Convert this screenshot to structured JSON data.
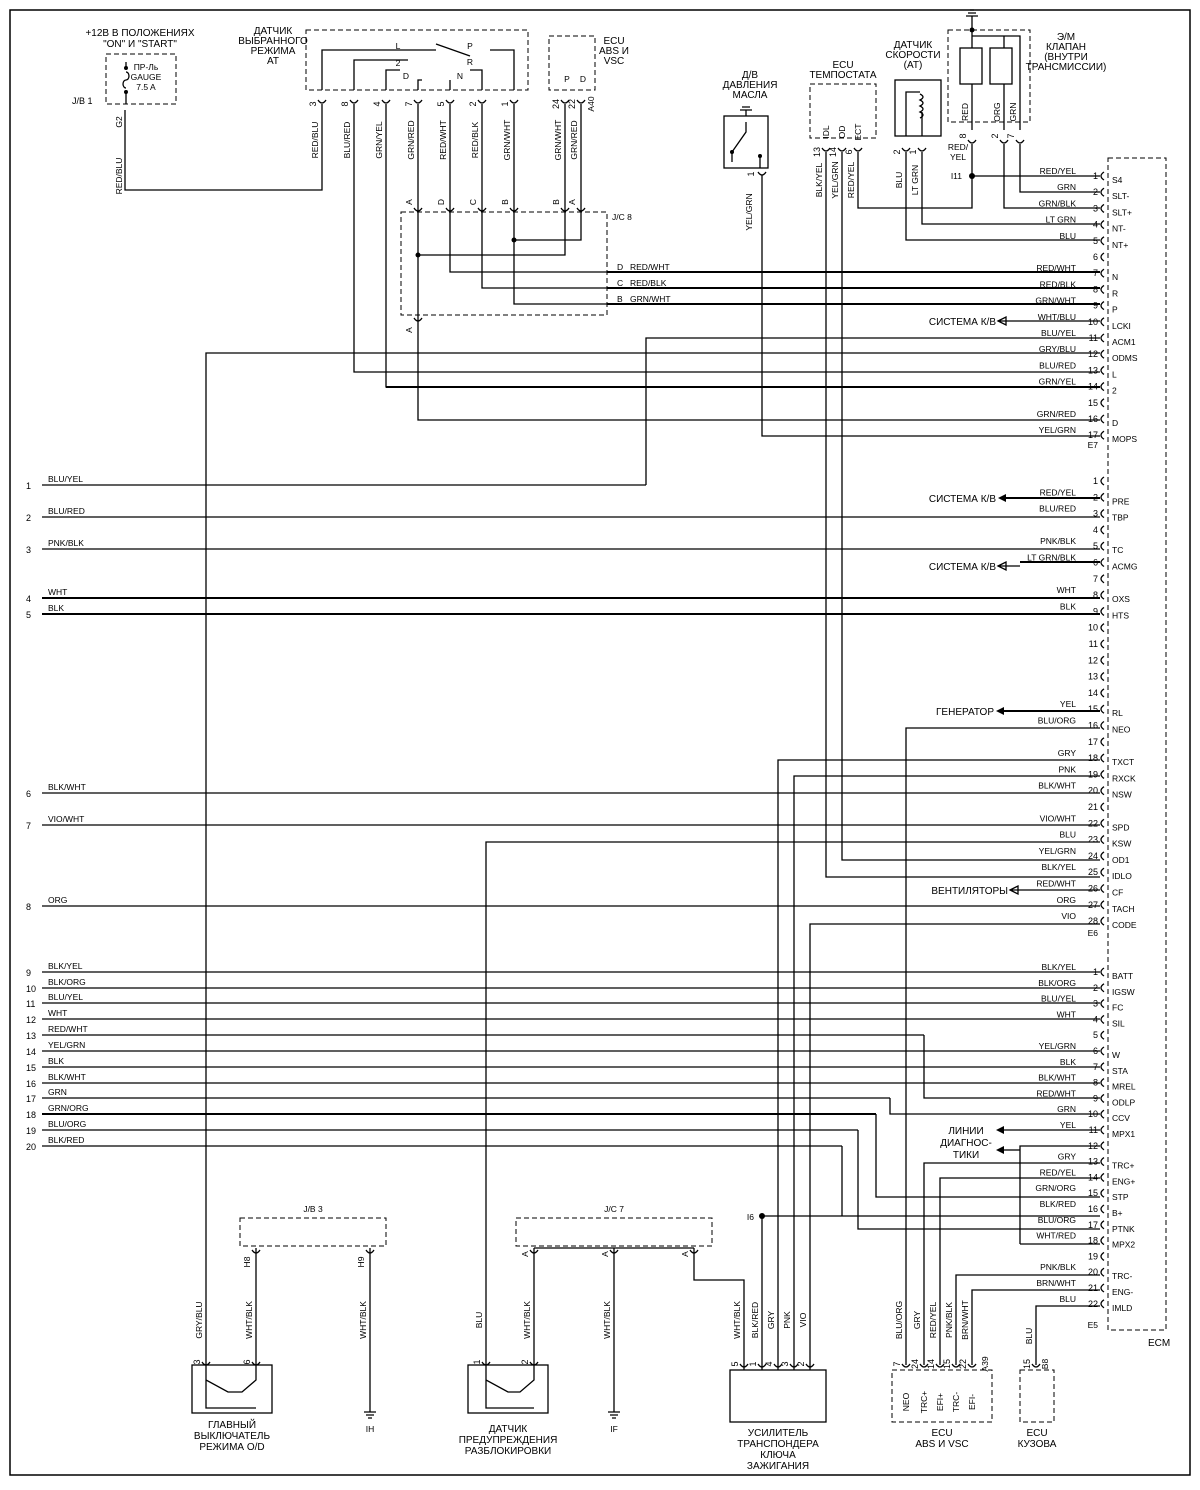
{
  "components": {
    "power": {
      "title_lines": [
        "+12В В ПОЛОЖЕНИЯХ",
        "\"ON\" И \"START\""
      ],
      "fuse_lines": [
        "ПР-Ль",
        "GAUGE",
        "7.5 A"
      ],
      "jb": "J/B 1",
      "pin": "G2",
      "wire": "RED/BLU"
    },
    "selector_sensor": {
      "lines": [
        "ДАТЧИК",
        "ВЫБРАННОГО",
        "РЕЖИМА",
        "AT"
      ]
    },
    "abs_ecu_top": {
      "lines": [
        "ECU",
        "ABS И",
        "VSC"
      ],
      "pins": [
        "P",
        "D"
      ],
      "pin_nums": [
        "24",
        "22"
      ],
      "connector": "A40"
    },
    "oil_pressure": {
      "lines": [
        "Д/В",
        "ДАВЛЕНИЯ",
        "МАСЛА"
      ],
      "pin": "1",
      "wire": "YEL/GRN"
    },
    "cruise_ecu": {
      "lines": [
        "ECU",
        "ТЕМПОСТАТА"
      ],
      "pins": [
        "IDL",
        "OD",
        "ECT"
      ],
      "pin_nums": [
        "13",
        "14",
        "6"
      ],
      "wires": [
        "BLK/YEL",
        "YEL/GRN",
        "RED/YEL"
      ]
    },
    "speed_sensor": {
      "lines": [
        "ДАТЧИК",
        "СКОРОСТИ",
        "(AT)"
      ],
      "pin_nums": [
        "2",
        "1"
      ],
      "wires": [
        "BLU",
        "LT GRN"
      ]
    },
    "solenoid": {
      "lines": [
        "Э/М",
        "КЛАПАН",
        "(ВНУТРИ",
        "ТРАНСМИССИИ)"
      ],
      "wires_v": [
        "RED",
        "ORG",
        "GRN"
      ],
      "pin_nums": [
        "8",
        "2",
        "7"
      ],
      "wire_side": [
        "RED/",
        "YEL"
      ],
      "junction": "I11"
    },
    "jc8": {
      "name": "J/C 8",
      "pins": [
        "A",
        "D",
        "C",
        "B",
        "B",
        "A"
      ],
      "right_pins": [
        "D",
        "C",
        "B"
      ],
      "bottom_pin": "A"
    },
    "od_switch": {
      "lines": [
        "ГЛАВНЫЙ",
        "ВЫКЛЮЧАТЕЛЬ",
        "РЕЖИМА O/D"
      ],
      "pins": [
        "3",
        "6"
      ],
      "wires": [
        "GRY/BLU",
        "WHT/BLK"
      ]
    },
    "jb3": {
      "name": "J/B 3",
      "pins": [
        "H8",
        "H9"
      ],
      "wire": "WHT/BLK",
      "ground": "IH"
    },
    "unlock_sensor": {
      "lines": [
        "ДАТЧИК",
        "ПРЕДУПРЕЖДЕНИЯ",
        "РАЗБЛОКИРОВКИ"
      ],
      "pins": [
        "1",
        "2"
      ],
      "wires": [
        "BLU",
        "WHT/BLK"
      ]
    },
    "jc7": {
      "name": "J/C 7",
      "pins": [
        "A",
        "A",
        "A"
      ],
      "wire": "WHT/BLK",
      "ground": "IF"
    },
    "transponder": {
      "lines": [
        "УСИЛИТЕЛЬ",
        "ТРАНСПОНДЕРА",
        "КЛЮЧА",
        "ЗАЖИГАНИЯ"
      ],
      "pins": [
        "5",
        "1",
        "4",
        "3",
        "2"
      ],
      "wires": [
        "WHT/BLK",
        "BLK/RED",
        "GRY",
        "PNK",
        "VIO"
      ],
      "junction": "I6"
    },
    "abs_ecu_bottom": {
      "lines": [
        "ECU",
        "ABS И VSC"
      ],
      "pins": [
        "NEO",
        "TRC+",
        "EFI+",
        "TRC-",
        "EFI-"
      ],
      "pin_nums": [
        "7",
        "24",
        "14",
        "15",
        "22"
      ],
      "wires": [
        "BLU/ORG",
        "GRY",
        "RED/YEL",
        "PNK/BLK",
        "BRN/WHT"
      ],
      "connector": "A39"
    },
    "body_ecu": {
      "lines": [
        "ECU",
        "КУЗОВА"
      ],
      "pin_nums": [
        "15"
      ],
      "wires": [
        "BLU"
      ],
      "connector": "B8"
    },
    "ecm": {
      "name": "ECM"
    }
  },
  "selector_positions": [
    "L",
    "P",
    "2",
    "D",
    "N",
    "R"
  ],
  "selector_pins": [
    {
      "num": "3",
      "wire": "RED/BLU"
    },
    {
      "num": "8",
      "wire": "BLU/RED"
    },
    {
      "num": "4",
      "wire": "GRN/YEL"
    },
    {
      "num": "7",
      "wire": "GRN/RED"
    },
    {
      "num": "5",
      "wire": "RED/WHT"
    },
    {
      "num": "2",
      "wire": "RED/BLK"
    },
    {
      "num": "1",
      "wire": "GRN/WHT"
    }
  ],
  "abs_top_wires": [
    "GRN/WHT",
    "GRN/RED"
  ],
  "jc8_right_wires": [
    "RED/WHT",
    "RED/BLK",
    "GRN/WHT"
  ],
  "external": {
    "ac1": "СИСТЕМА К/В",
    "ac2": "СИСТЕМА К/В",
    "ac3": "СИСТЕМА К/В",
    "gen": "ГЕНЕРАТОР",
    "fans": "ВЕНТИЛЯТОРЫ",
    "diag": [
      "ЛИНИИ",
      "ДИАГНОС-",
      "ТИКИ"
    ]
  },
  "e7": {
    "label": "E7",
    "rows": [
      {
        "n": "1",
        "wire": "RED/YEL",
        "name": "S4"
      },
      {
        "n": "2",
        "wire": "GRN",
        "name": "SLT-"
      },
      {
        "n": "3",
        "wire": "GRN/BLK",
        "name": "SLT+"
      },
      {
        "n": "4",
        "wire": "LT GRN",
        "name": "NT-"
      },
      {
        "n": "5",
        "wire": "BLU",
        "name": "NT+"
      },
      {
        "n": "6",
        "wire": "",
        "name": ""
      },
      {
        "n": "7",
        "wire": "RED/WHT",
        "name": "N"
      },
      {
        "n": "8",
        "wire": "RED/BLK",
        "name": "R"
      },
      {
        "n": "9",
        "wire": "GRN/WHT",
        "name": "P"
      },
      {
        "n": "10",
        "wire": "WHT/BLU",
        "name": "LCKI"
      },
      {
        "n": "11",
        "wire": "BLU/YEL",
        "name": "ACM1"
      },
      {
        "n": "12",
        "wire": "GRY/BLU",
        "name": "ODMS"
      },
      {
        "n": "13",
        "wire": "BLU/RED",
        "name": "L"
      },
      {
        "n": "14",
        "wire": "GRN/YEL",
        "name": "2"
      },
      {
        "n": "15",
        "wire": "",
        "name": ""
      },
      {
        "n": "16",
        "wire": "GRN/RED",
        "name": "D"
      },
      {
        "n": "17",
        "wire": "YEL/GRN",
        "name": "MOPS"
      }
    ]
  },
  "e6": {
    "label": "E6",
    "rows": [
      {
        "n": "1",
        "wire": "",
        "name": ""
      },
      {
        "n": "2",
        "wire": "RED/YEL",
        "name": "PRE"
      },
      {
        "n": "3",
        "wire": "BLU/RED",
        "name": "TBP"
      },
      {
        "n": "4",
        "wire": "",
        "name": ""
      },
      {
        "n": "5",
        "wire": "PNK/BLK",
        "name": "TC"
      },
      {
        "n": "6",
        "wire": "LT GRN/BLK",
        "name": "ACMG"
      },
      {
        "n": "7",
        "wire": "",
        "name": ""
      },
      {
        "n": "8",
        "wire": "WHT",
        "name": "OXS"
      },
      {
        "n": "9",
        "wire": "BLK",
        "name": "HTS"
      },
      {
        "n": "10",
        "wire": "",
        "name": ""
      },
      {
        "n": "11",
        "wire": "",
        "name": ""
      },
      {
        "n": "12",
        "wire": "",
        "name": ""
      },
      {
        "n": "13",
        "wire": "",
        "name": ""
      },
      {
        "n": "14",
        "wire": "",
        "name": ""
      },
      {
        "n": "15",
        "wire": "YEL",
        "name": "RL"
      },
      {
        "n": "16",
        "wire": "BLU/ORG",
        "name": "NEO"
      },
      {
        "n": "17",
        "wire": "",
        "name": ""
      },
      {
        "n": "18",
        "wire": "GRY",
        "name": "TXCT"
      },
      {
        "n": "19",
        "wire": "PNK",
        "name": "RXCK"
      },
      {
        "n": "20",
        "wire": "BLK/WHT",
        "name": "NSW"
      },
      {
        "n": "21",
        "wire": "",
        "name": ""
      },
      {
        "n": "22",
        "wire": "VIO/WHT",
        "name": "SPD"
      },
      {
        "n": "23",
        "wire": "BLU",
        "name": "KSW"
      },
      {
        "n": "24",
        "wire": "YEL/GRN",
        "name": "OD1"
      },
      {
        "n": "25",
        "wire": "BLK/YEL",
        "name": "IDLO"
      },
      {
        "n": "26",
        "wire": "RED/WHT",
        "name": "CF"
      },
      {
        "n": "27",
        "wire": "ORG",
        "name": "TACH"
      },
      {
        "n": "28",
        "wire": "VIO",
        "name": "CODE"
      }
    ]
  },
  "e5": {
    "label": "E5",
    "rows": [
      {
        "n": "1",
        "wire": "BLK/YEL",
        "name": "BATT"
      },
      {
        "n": "2",
        "wire": "BLK/ORG",
        "name": "IGSW"
      },
      {
        "n": "3",
        "wire": "BLU/YEL",
        "name": "FC"
      },
      {
        "n": "4",
        "wire": "WHT",
        "name": "SIL"
      },
      {
        "n": "5",
        "wire": "",
        "name": ""
      },
      {
        "n": "6",
        "wire": "YEL/GRN",
        "name": "W"
      },
      {
        "n": "7",
        "wire": "BLK",
        "name": "STA"
      },
      {
        "n": "8",
        "wire": "BLK/WHT",
        "name": "MREL"
      },
      {
        "n": "9",
        "wire": "RED/WHT",
        "name": "ODLP"
      },
      {
        "n": "10",
        "wire": "GRN",
        "name": "CCV"
      },
      {
        "n": "11",
        "wire": "YEL",
        "name": "MPX1"
      },
      {
        "n": "12",
        "wire": "",
        "name": ""
      },
      {
        "n": "13",
        "wire": "GRY",
        "name": "TRC+"
      },
      {
        "n": "14",
        "wire": "RED/YEL",
        "name": "ENG+"
      },
      {
        "n": "15",
        "wire": "GRN/ORG",
        "name": "STP"
      },
      {
        "n": "16",
        "wire": "BLK/RED",
        "name": "B+"
      },
      {
        "n": "17",
        "wire": "BLU/ORG",
        "name": "PTNK"
      },
      {
        "n": "18",
        "wire": "WHT/RED",
        "name": "MPX2"
      },
      {
        "n": "19",
        "wire": "",
        "name": ""
      },
      {
        "n": "20",
        "wire": "PNK/BLK",
        "name": "TRC-"
      },
      {
        "n": "21",
        "wire": "BRN/WHT",
        "name": "ENG-"
      },
      {
        "n": "22",
        "wire": "BLU",
        "name": "IMLD"
      }
    ]
  },
  "left_lines": [
    {
      "n": "1",
      "wire": "BLU/YEL"
    },
    {
      "n": "2",
      "wire": "BLU/RED"
    },
    {
      "n": "3",
      "wire": "PNK/BLK"
    },
    {
      "n": "4",
      "wire": "WHT"
    },
    {
      "n": "5",
      "wire": "BLK"
    },
    {
      "n": "6",
      "wire": "BLK/WHT"
    },
    {
      "n": "7",
      "wire": "VIO/WHT"
    },
    {
      "n": "8",
      "wire": "ORG"
    },
    {
      "n": "9",
      "wire": "BLK/YEL"
    },
    {
      "n": "10",
      "wire": "BLK/ORG"
    },
    {
      "n": "11",
      "wire": "BLU/YEL"
    },
    {
      "n": "12",
      "wire": "WHT"
    },
    {
      "n": "13",
      "wire": "RED/WHT"
    },
    {
      "n": "14",
      "wire": "YEL/GRN"
    },
    {
      "n": "15",
      "wire": "BLK"
    },
    {
      "n": "16",
      "wire": "BLK/WHT"
    },
    {
      "n": "17",
      "wire": "GRN"
    },
    {
      "n": "18",
      "wire": "GRN/ORG"
    },
    {
      "n": "19",
      "wire": "BLU/ORG"
    },
    {
      "n": "20",
      "wire": "BLK/RED"
    }
  ]
}
